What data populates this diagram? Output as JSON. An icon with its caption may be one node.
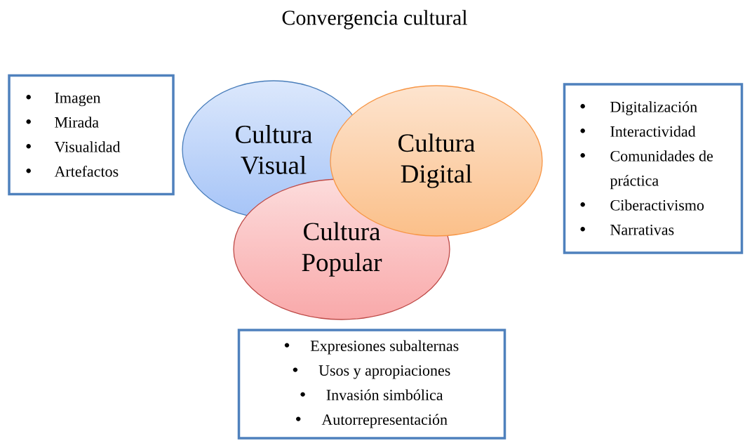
{
  "diagram": {
    "title": "Convergencia cultural",
    "nodes": [
      {
        "text": [
          "Imagen",
          "Mirada",
          "Visualidad",
          "Artefactos"
        ]
      },
      {
        "text": [
          "Cultura Visual"
        ]
      },
      {
        "text": [
          "Cultura Digital"
        ]
      },
      {
        "text": [
          "Cultura Popular"
        ]
      },
      {
        "text": [
          "Digitalización",
          "Interactividad",
          "Comunidades de práctica",
          "Ciberactivismo",
          "Narrativas"
        ]
      },
      {
        "text": [
          "Expresiones subalternas",
          "Usos y apropiaciones",
          "Invasión simbólica",
          "Autorrepresentación"
        ]
      }
    ]
  }
}
